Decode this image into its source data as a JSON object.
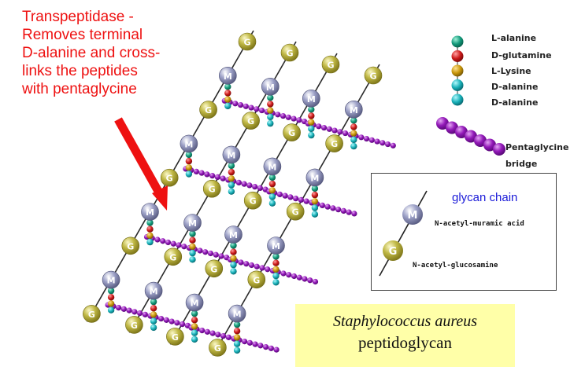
{
  "annotation": {
    "lines": [
      "Transpeptidase -",
      "Removes terminal",
      "D-alanine and cross-",
      "links the peptides",
      "with pentaglycine"
    ]
  },
  "legend": {
    "peptide": [
      {
        "label": "L-alanine",
        "color": "#12997a"
      },
      {
        "label": "D-glutamine",
        "color": "#cc1a1a"
      },
      {
        "label": "L-Lysine",
        "color": "#c8960a"
      },
      {
        "label": "D-alanine",
        "color": "#18b0b8"
      },
      {
        "label": "D-alanine",
        "color": "#18b0b8"
      }
    ],
    "bridge_line1": "Pentaglycine",
    "bridge_line2": "bridge",
    "bridge_color": "#8c14b4"
  },
  "glycan_box": {
    "title": "glycan chain",
    "m_letter": "M",
    "m_label": "N-acetyl-muramic acid",
    "g_letter": "G",
    "g_label": "N-acetyl-glucosamine"
  },
  "caption": {
    "line1": "Staphylococcus aureus",
    "line2": "peptidoglycan"
  },
  "colors": {
    "muramic": "#8e91b8",
    "glucosamine": "#b8b040",
    "annotation": "#ee1111",
    "arrow": "#ee1111"
  }
}
